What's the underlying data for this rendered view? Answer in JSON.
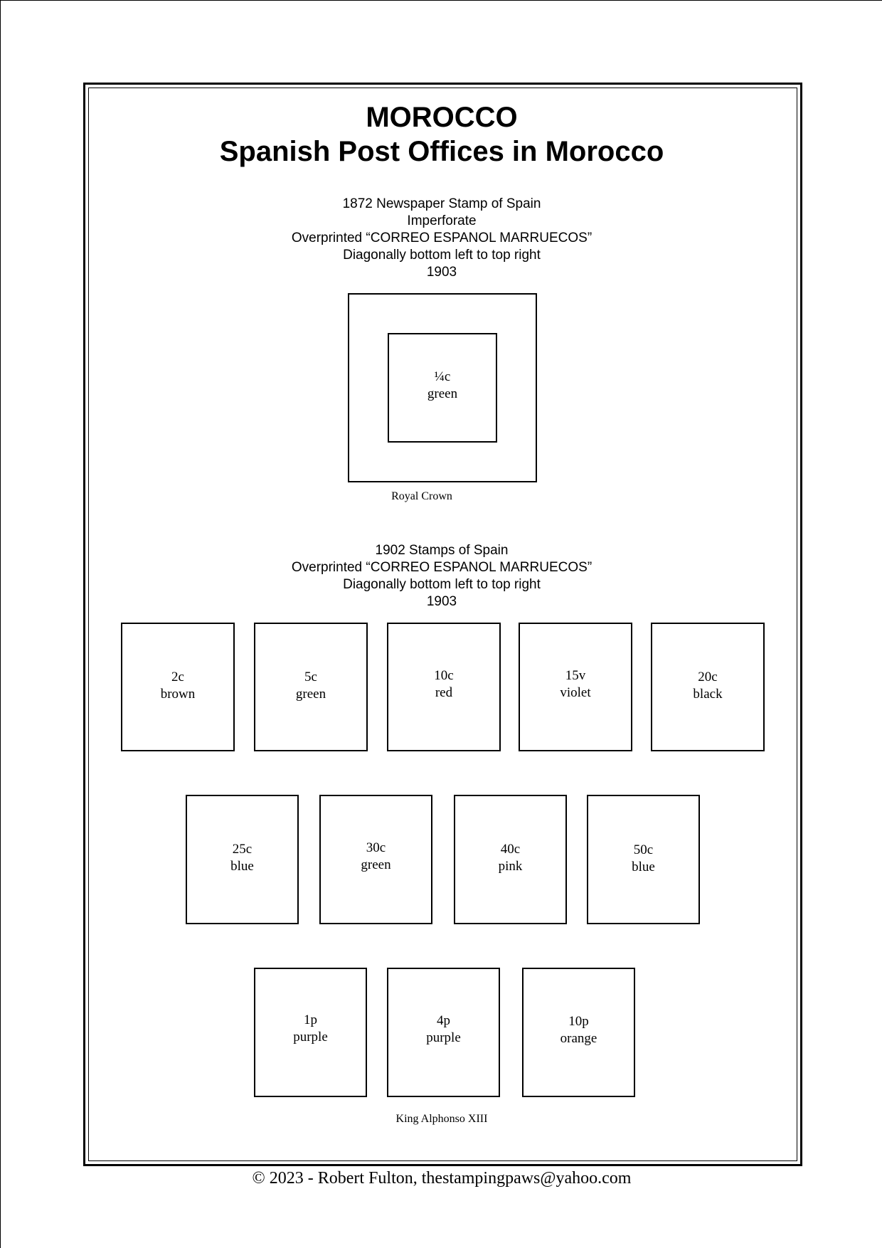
{
  "page": {
    "title": "MOROCCO",
    "subtitle": "Spanish Post Offices in Morocco"
  },
  "section1": {
    "header_lines": [
      "1872 Newspaper Stamp of Spain",
      "Imperforate",
      "Overprinted “CORREO ESPANOL MARRUECOS”",
      "Diagonally bottom left to top right",
      "1903"
    ],
    "stamp": {
      "value": "¼c",
      "color": "green"
    },
    "caption": "Royal Crown"
  },
  "section2": {
    "header_lines": [
      "1902 Stamps of Spain",
      "Overprinted “CORREO ESPANOL MARRUECOS”",
      "Diagonally bottom left to top right",
      "1903"
    ],
    "rows": [
      [
        {
          "value": "2c",
          "color": "brown"
        },
        {
          "value": "5c",
          "color": "green"
        },
        {
          "value": "10c",
          "color": "red"
        },
        {
          "value": "15v",
          "color": "violet"
        },
        {
          "value": "20c",
          "color": "black"
        }
      ],
      [
        {
          "value": "25c",
          "color": "blue"
        },
        {
          "value": "30c",
          "color": "green"
        },
        {
          "value": "40c",
          "color": "pink"
        },
        {
          "value": "50c",
          "color": "blue"
        }
      ],
      [
        {
          "value": "1p",
          "color": "purple"
        },
        {
          "value": "4p",
          "color": "purple"
        },
        {
          "value": "10p",
          "color": "orange"
        }
      ]
    ],
    "caption": "King Alphonso XIII"
  },
  "footer": {
    "text": "© 2023 -  Robert Fulton, thestampingpaws@yahoo.com"
  }
}
